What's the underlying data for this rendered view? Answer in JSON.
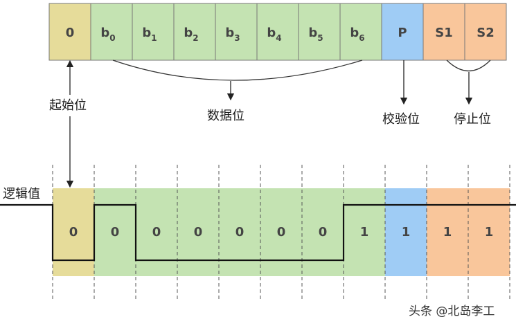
{
  "frame": {
    "cells": [
      {
        "label": "0",
        "sub": "",
        "color": "#e6dc9a"
      },
      {
        "label": "b",
        "sub": "0",
        "color": "#c4e3b2"
      },
      {
        "label": "b",
        "sub": "1",
        "color": "#c4e3b2"
      },
      {
        "label": "b",
        "sub": "2",
        "color": "#c4e3b2"
      },
      {
        "label": "b",
        "sub": "3",
        "color": "#c4e3b2"
      },
      {
        "label": "b",
        "sub": "4",
        "color": "#c4e3b2"
      },
      {
        "label": "b",
        "sub": "5",
        "color": "#c4e3b2"
      },
      {
        "label": "b",
        "sub": "6",
        "color": "#c4e3b2"
      },
      {
        "label": "P",
        "sub": "",
        "color": "#9fccf5"
      },
      {
        "label": "S1",
        "sub": "",
        "color": "#f9c69b"
      },
      {
        "label": "S2",
        "sub": "",
        "color": "#f9c69b"
      }
    ]
  },
  "labels": {
    "start_bit": "起始位",
    "data_bits": "数据位",
    "parity_bit": "校验位",
    "stop_bits": "停止位",
    "logic_value": "逻辑值"
  },
  "logic": {
    "values": [
      "0",
      "0",
      "0",
      "0",
      "0",
      "0",
      "0",
      "1",
      "1",
      "1",
      "1"
    ]
  },
  "watermark": "头条 @北岛李工"
}
